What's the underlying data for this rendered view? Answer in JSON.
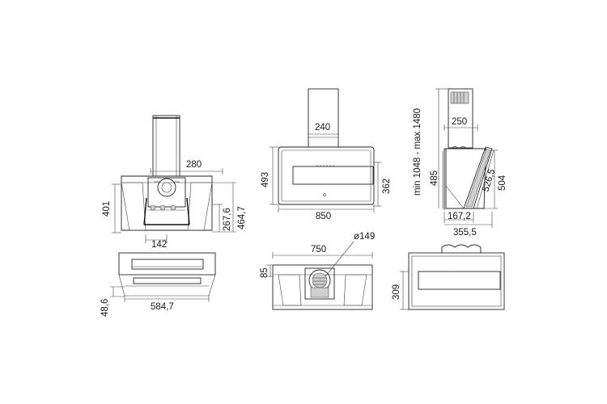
{
  "dimensions": {
    "front_open_width": "280",
    "front_open_height": "401",
    "front_open_total": "464,7",
    "front_open_lower": "267,6",
    "front_open_bottom": "142",
    "front_width": "850",
    "front_chimney": "240",
    "front_height": "493",
    "front_panel": "362",
    "side_chimney": "250",
    "side_range": "min 1048 - max 1480",
    "side_height": "485",
    "side_diag": "526,5",
    "side_total": "504",
    "side_inner": "167,2",
    "side_depth": "355,5",
    "bottom_left_width": "584,7",
    "bottom_left_height": "48,6",
    "top_width": "750",
    "top_depth": "85",
    "top_diameter": "ø149",
    "bottom_right_height": "309"
  }
}
